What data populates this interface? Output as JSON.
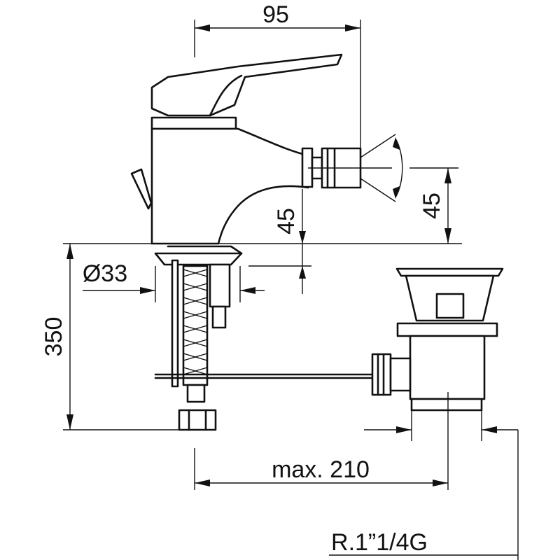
{
  "drawing": {
    "dimensions": {
      "width_top": "95",
      "spout_angle": "45",
      "outlet_angle": "45",
      "diameter": "Ø33",
      "height": "350",
      "max_reach": "max. 210",
      "thread": "R.1”1/4G"
    },
    "colors": {
      "line": "#111111",
      "background": "#ffffff"
    }
  }
}
